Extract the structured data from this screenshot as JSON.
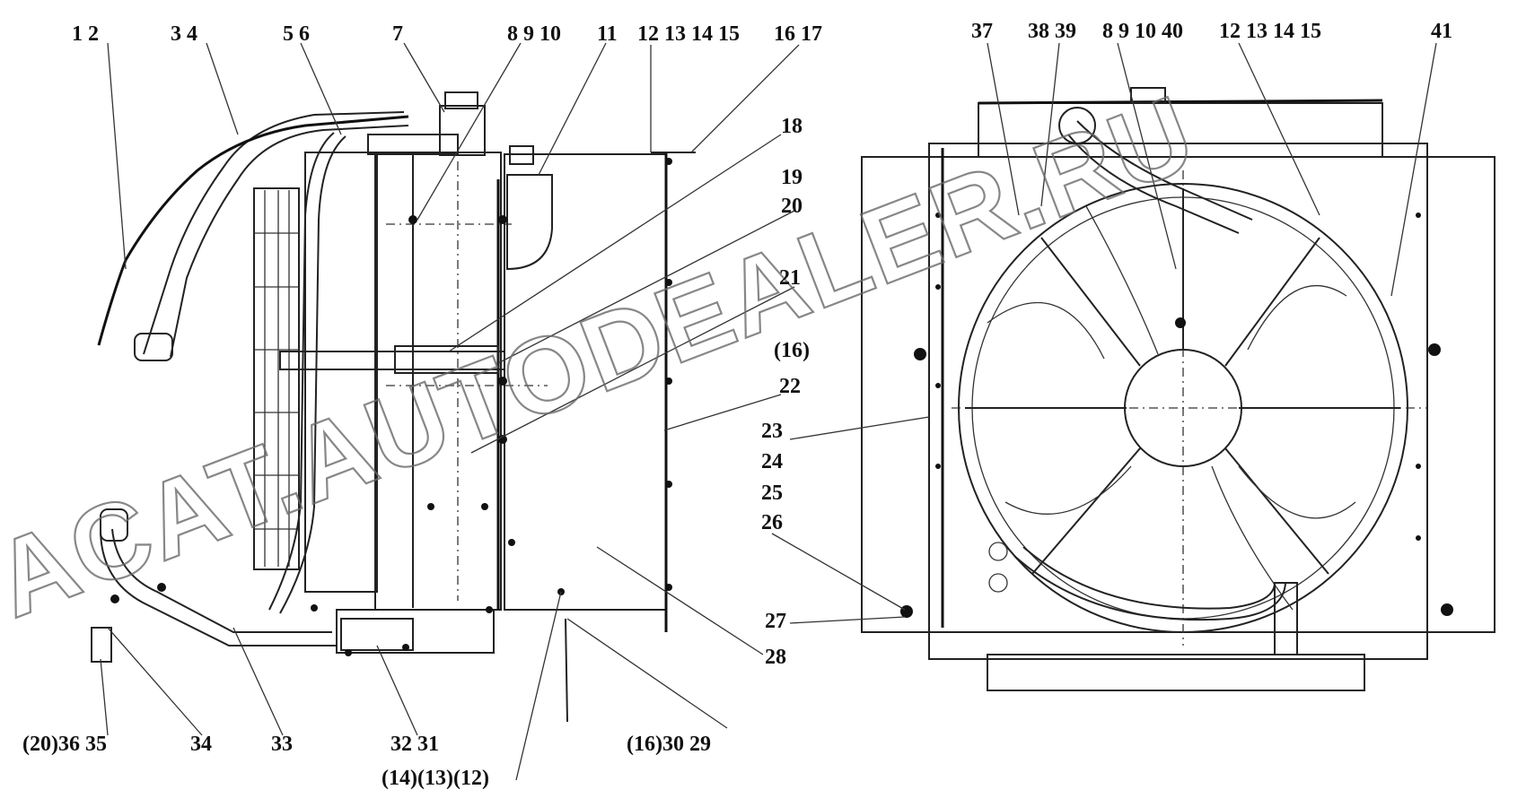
{
  "diagram": {
    "callouts": {
      "c1_2": "1 2",
      "c3_4": "3 4",
      "c5_6": "5 6",
      "c7": "7",
      "c8_9_10": "8 9 10",
      "c11": "11",
      "c12_15": "12 13 14 15",
      "c16_17": "16 17",
      "c18": "18",
      "c19": "19",
      "c20": "20",
      "c21": "21",
      "c16p": "(16)",
      "c22": "22",
      "c23": "23",
      "c24": "24",
      "c25": "25",
      "c26": "26",
      "c27": "27",
      "c28": "28",
      "c29": "(16)30 29",
      "c31_32": "32 31",
      "c14_12": "(14)(13)(12)",
      "c33": "33",
      "c34": "34",
      "c35": "(20)36 35",
      "c37": "37",
      "c38_39": "38 39",
      "c8_40": "8 9 10 40",
      "c12_15b": "12 13 14 15",
      "c41": "41"
    },
    "watermark": "ACAT.AUTODEALER.RU"
  }
}
